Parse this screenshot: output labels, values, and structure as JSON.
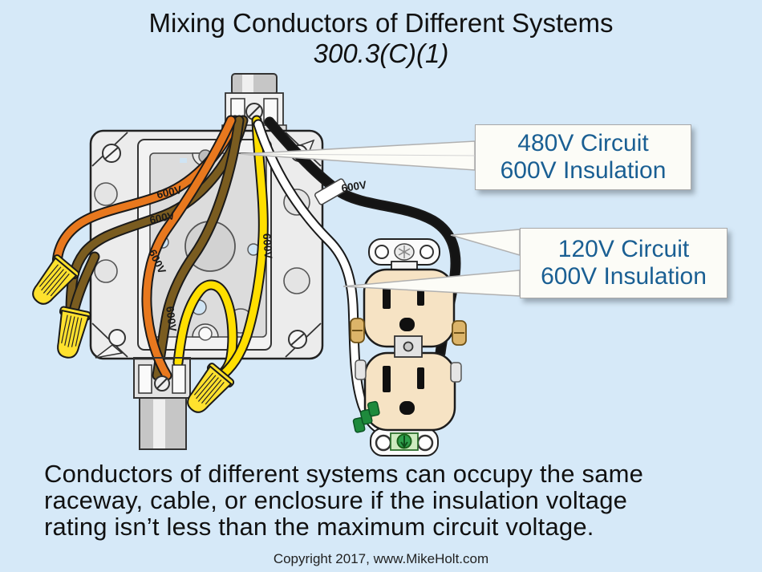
{
  "title": {
    "line1": "Mixing Conductors of Different Systems",
    "line2": "300.3(C)(1)"
  },
  "callout_480": {
    "line1": "480V Circuit",
    "line2": "600V Insulation"
  },
  "callout_120": {
    "line1": "120V Circuit",
    "line2": "600V Insulation"
  },
  "wire_labels": {
    "orange_top": "600V",
    "brown_top": "600V",
    "orange_lower": "600V",
    "brown_lower": "600V",
    "yellow": "600V",
    "black": "600V"
  },
  "caption": {
    "line1": "Conductors of different systems can occupy the same",
    "line2": "raceway, cable, or enclosure if the insulation voltage",
    "line3": "rating isn’t less than the maximum circuit voltage."
  },
  "footer": {
    "copyright": "Copyright 2017, www.MikeHolt.com"
  },
  "colors": {
    "background": "#d6e9f8",
    "title_text": "#111111",
    "callout_text": "#1a5f93",
    "callout_bg": "#fcfcf7",
    "wire_orange": "#e8781e",
    "wire_brown": "#7a5c20",
    "wire_yellow": "#ffdf00",
    "wire_black": "#141414",
    "wire_white": "#ffffff",
    "wire_nut": "#ffe12e",
    "receptacle_cream": "#f6e3c4",
    "ground_green": "#2e9e4b",
    "box_gray": "#ececec"
  }
}
